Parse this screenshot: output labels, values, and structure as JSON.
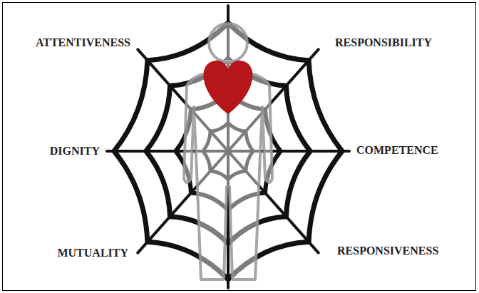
{
  "diagram": {
    "labels": [
      "ATTENTIVENESS",
      "RESPONSIBILITY",
      "DIGNITY",
      "COMPETENCE",
      "MUTUALITY",
      "RESPONSIVENESS"
    ]
  }
}
